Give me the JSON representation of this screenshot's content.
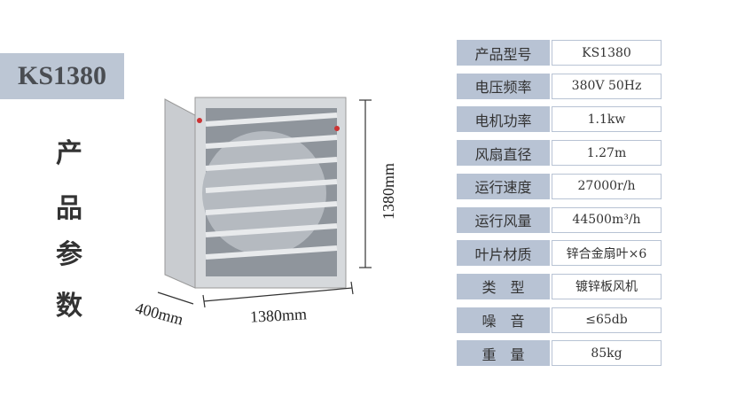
{
  "model": "KS1380",
  "side_title": [
    "产",
    "品",
    "参",
    "数"
  ],
  "dimensions": {
    "height": "1380mm",
    "width": "1380mm",
    "depth": "400mm"
  },
  "specs": [
    {
      "label": "产品型号",
      "value": "KS1380"
    },
    {
      "label": "电压频率",
      "value": "380V 50Hz"
    },
    {
      "label": "电机功率",
      "value": "1.1kw"
    },
    {
      "label": "风扇直径",
      "value": "1.27m"
    },
    {
      "label": "运行速度",
      "value": "27000r/h"
    },
    {
      "label": "运行风量",
      "value": "44500m³/h"
    },
    {
      "label": "叶片材质",
      "value": "锌合金扇叶×6"
    },
    {
      "label": "类　型",
      "value": "镀锌板风机"
    },
    {
      "label": "噪　音",
      "value": "≤65db"
    },
    {
      "label": "重　量",
      "value": "85kg"
    }
  ]
}
